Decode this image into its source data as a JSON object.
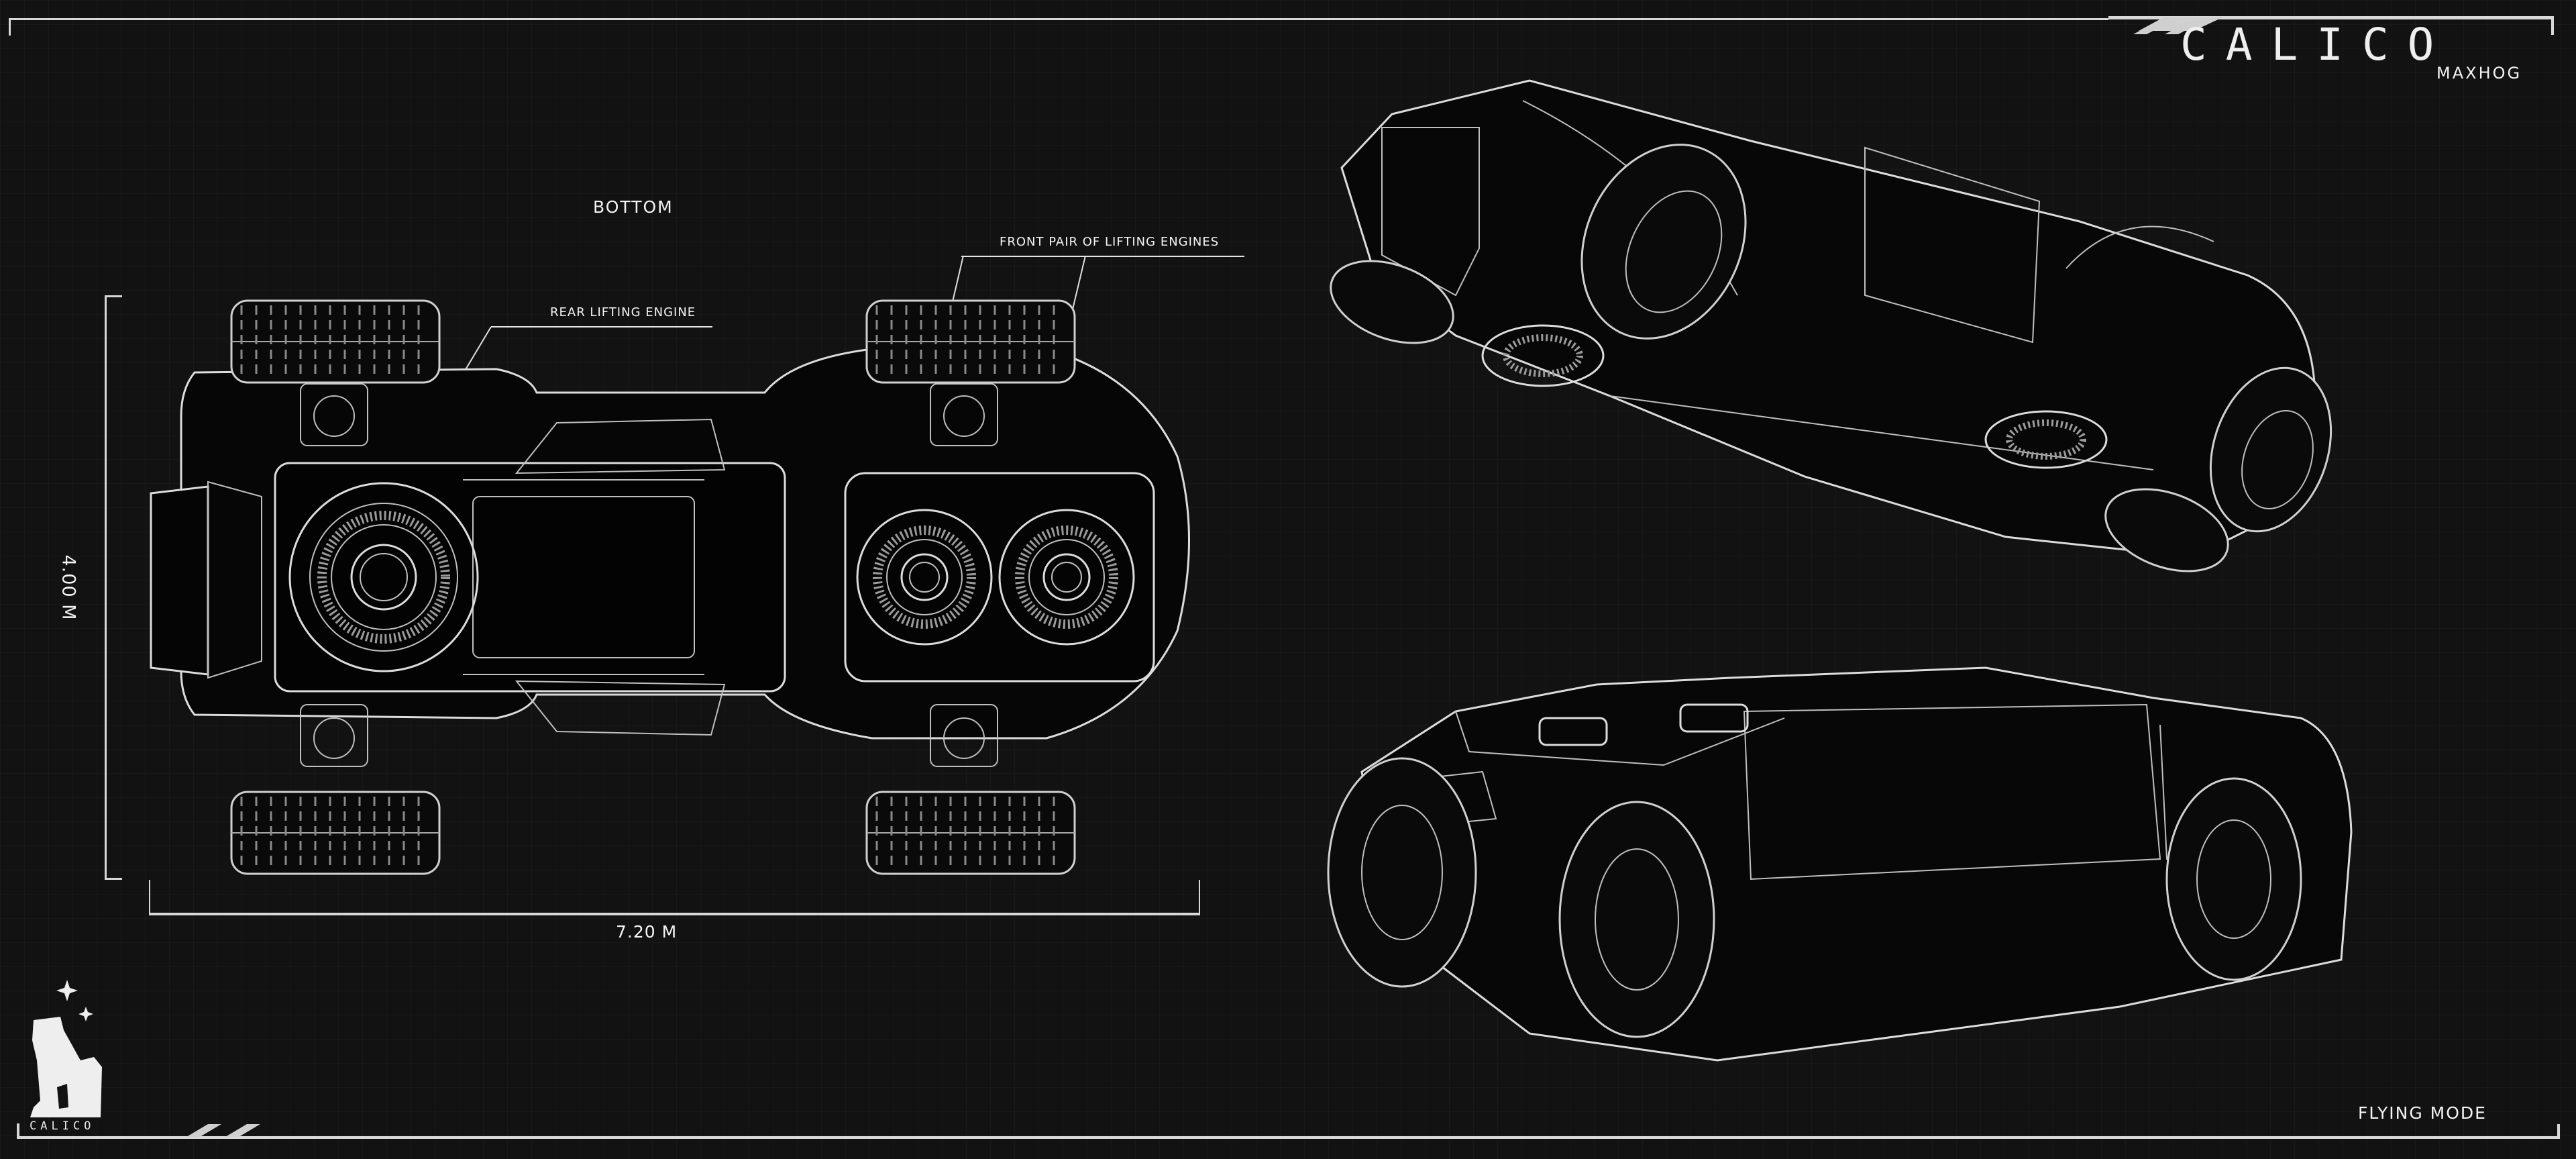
{
  "brand": {
    "logo_text": "CALICO",
    "model": "MAXHOG",
    "footer_logo_text": "CALICO",
    "mascot_icon": "bear-with-stars-icon"
  },
  "views": {
    "bottom": {
      "title": "BOTTOM",
      "callouts": [
        {
          "label": "REAR LIFTING ENGINE"
        },
        {
          "label": "FRONT PAIR OF LIFTING ENGINES"
        }
      ],
      "dimensions": {
        "width": "4.00 M",
        "length": "7.20 M"
      }
    },
    "perspective": {
      "mode_label": "FLYING MODE"
    }
  },
  "colors": {
    "background": "#121212",
    "line": "#d8d8d8",
    "text": "#f4f4f4",
    "vehicle_fill": "#050505"
  }
}
